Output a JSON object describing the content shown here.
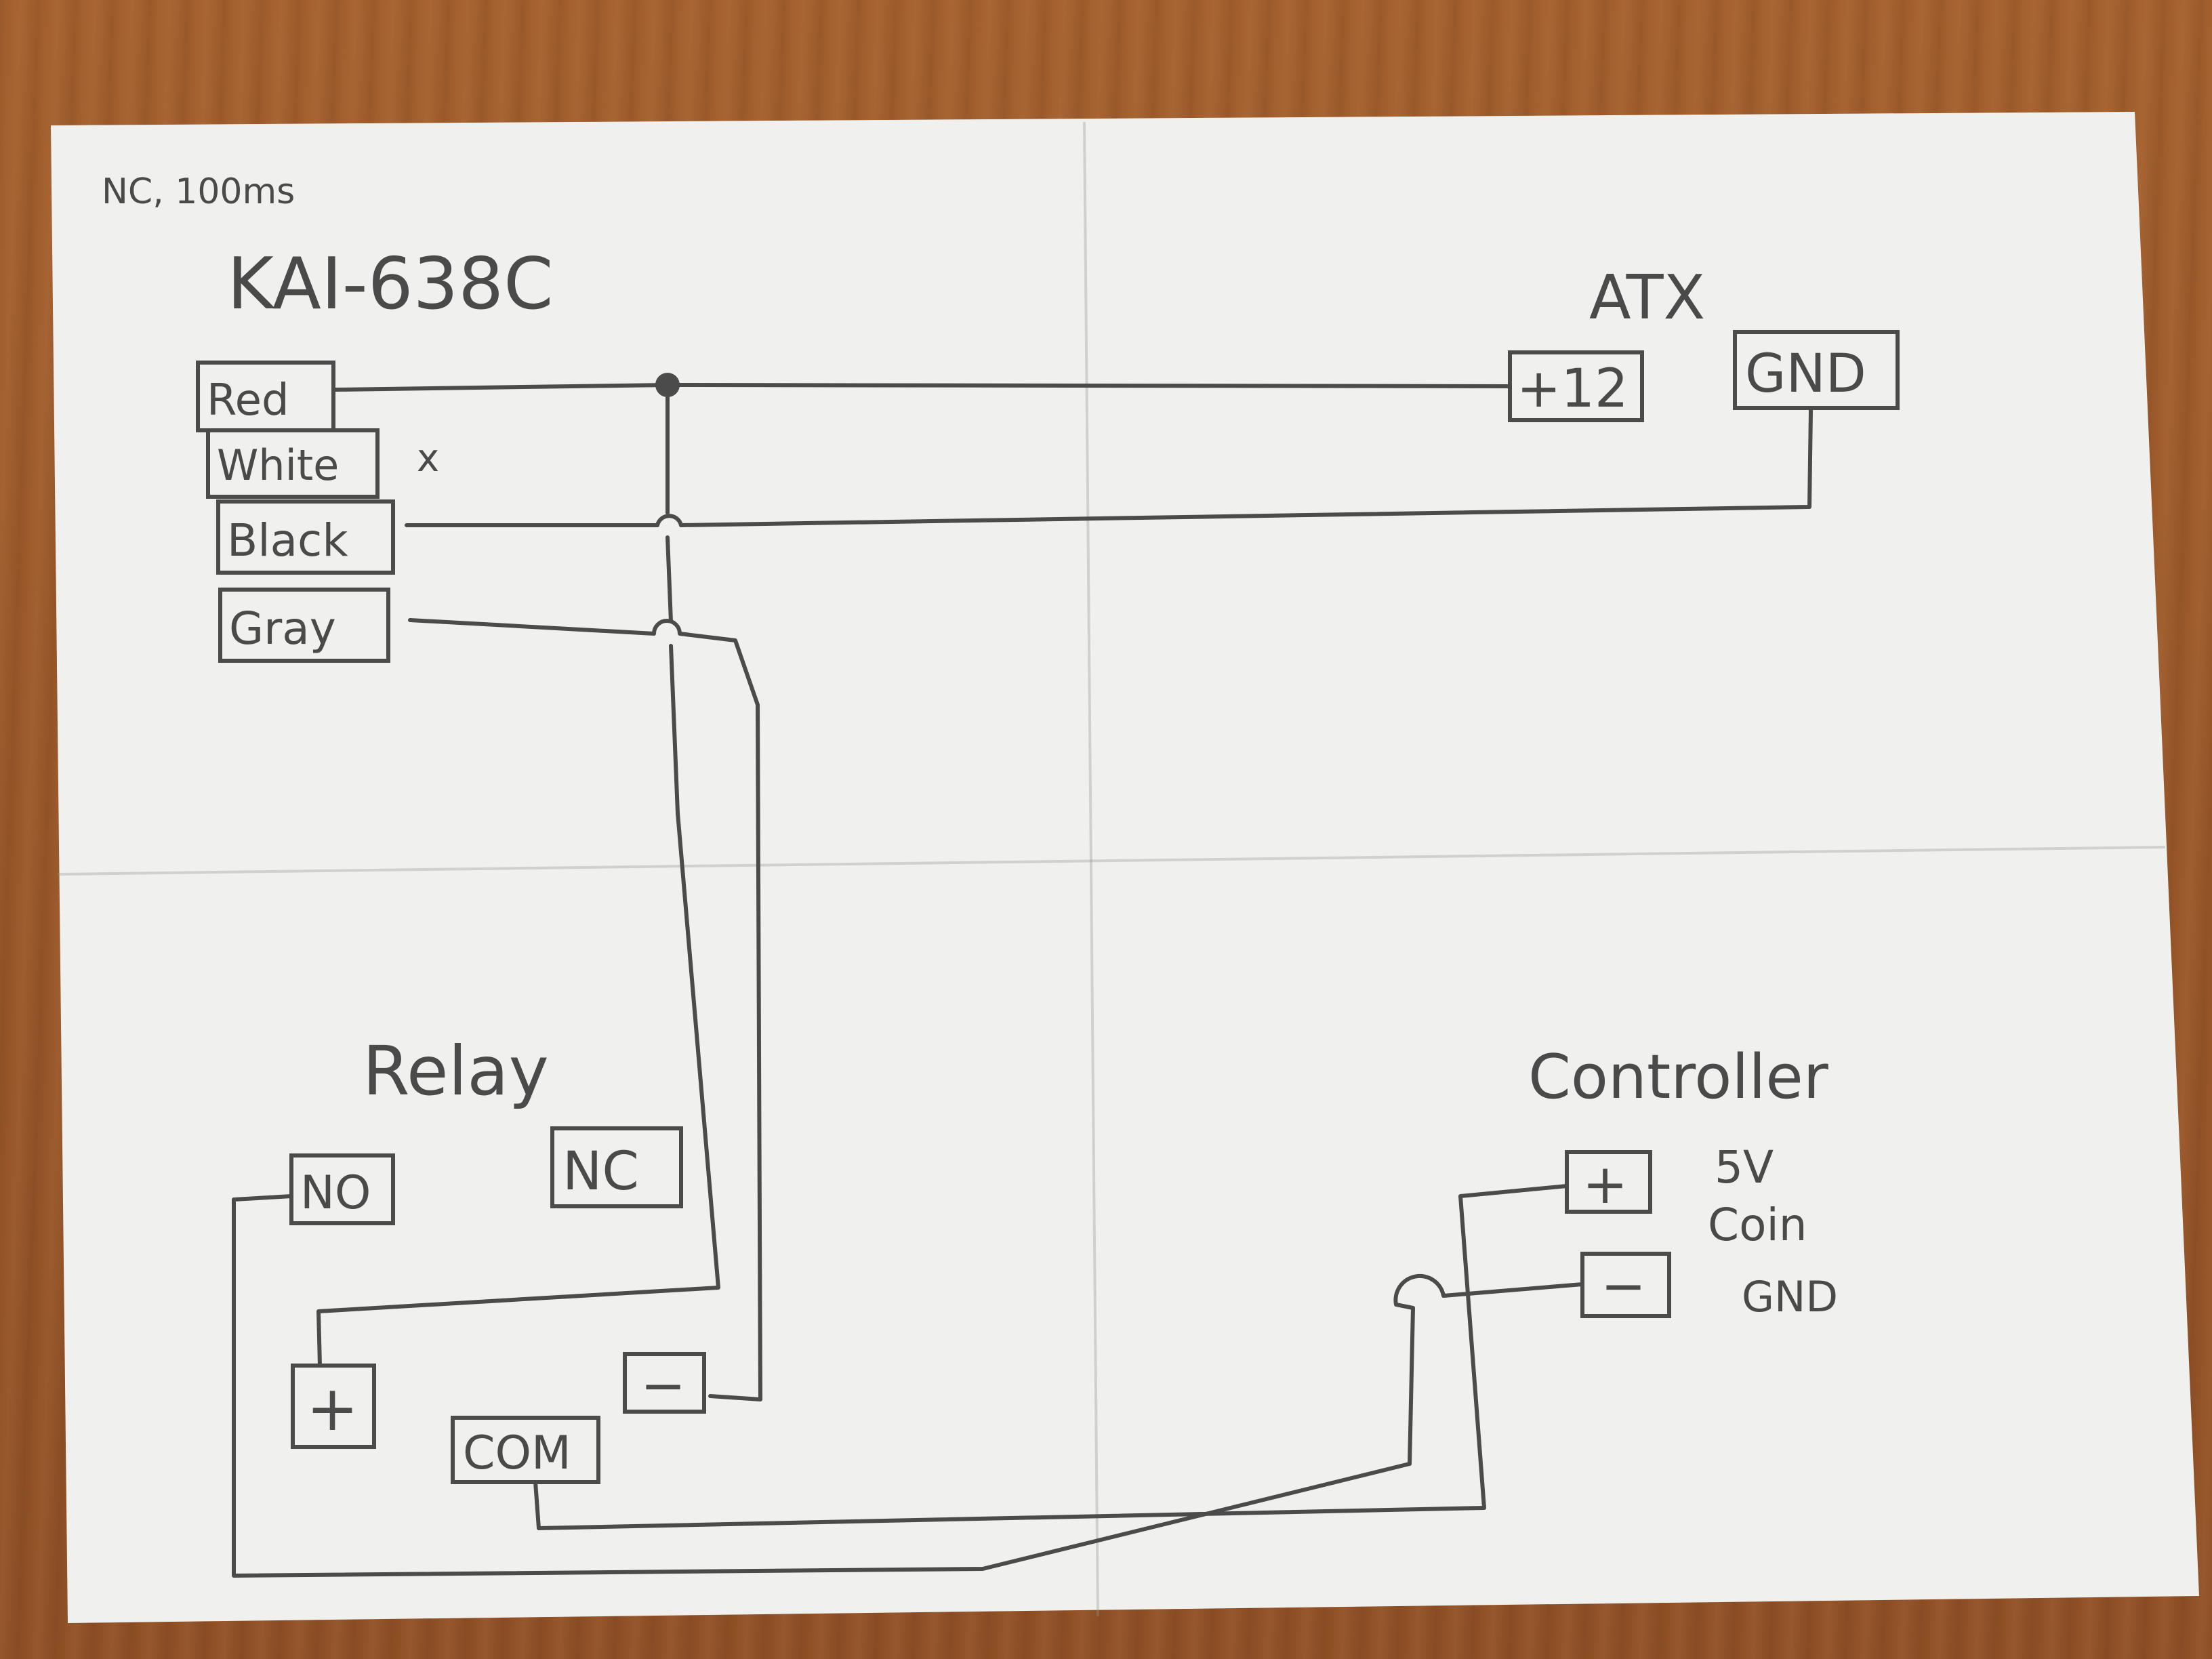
{
  "note": "NC, 100ms",
  "blocks": {
    "sensor": {
      "title": "KAI-638C",
      "pins": [
        "Red",
        "White",
        "Black",
        "Gray"
      ],
      "white_mark": "x"
    },
    "atx": {
      "title": "ATX",
      "pins": [
        "+12",
        "GND"
      ]
    },
    "relay": {
      "title": "Relay",
      "pins": {
        "no": "NO",
        "nc": "NC",
        "plus": "+",
        "minus": "−",
        "com": "COM"
      }
    },
    "controller": {
      "title": "Controller",
      "pins": {
        "plus": "+",
        "minus": "−"
      },
      "side_labels": [
        "5V",
        "Coin",
        "GND"
      ]
    }
  },
  "colors": {
    "pencil": "#4b4b4b",
    "paper": "#f1f1ef",
    "table": "#9a5a2c"
  }
}
